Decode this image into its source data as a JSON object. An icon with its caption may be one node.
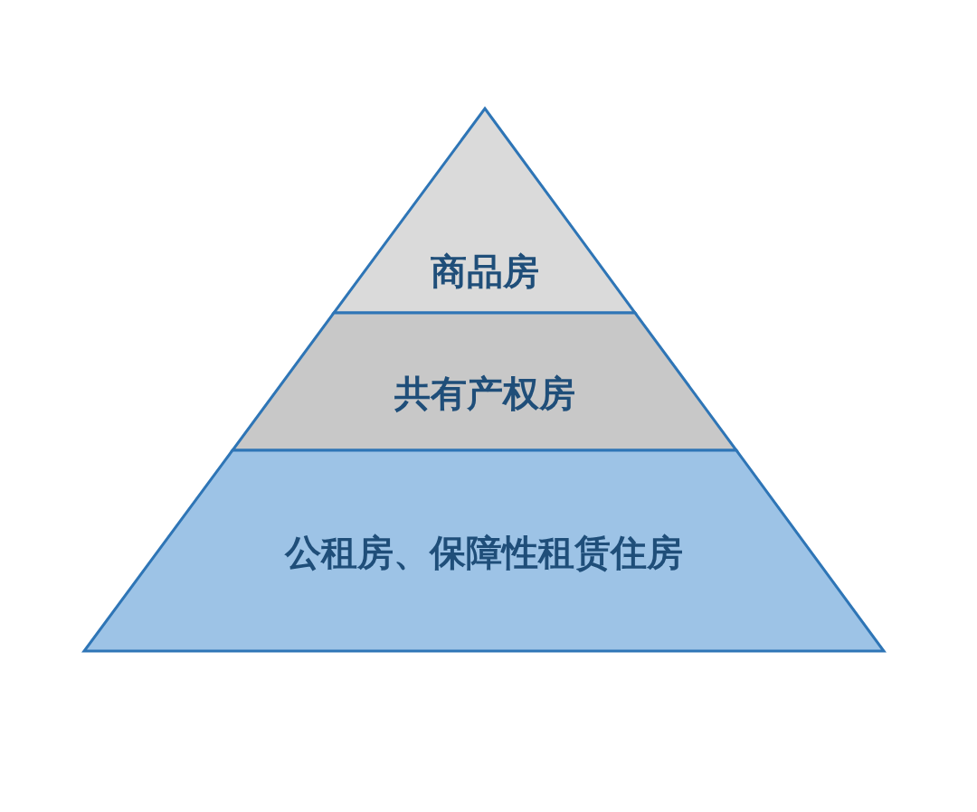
{
  "diagram": {
    "nodes": [
      {
        "text": [
          "商品房"
        ]
      },
      {
        "text": [
          "共有产权房"
        ]
      },
      {
        "text": [
          "公租房、保障性租赁住房"
        ]
      }
    ]
  }
}
